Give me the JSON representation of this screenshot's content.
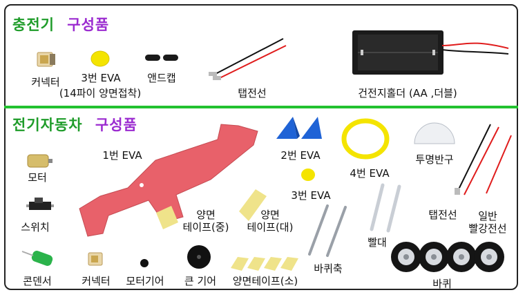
{
  "charger": {
    "heading_a": "충전기",
    "heading_b": "구성품",
    "labels": {
      "connector": "커넥터",
      "eva3": "3번 EVA",
      "eva3_note": "(14파이 양면접착)",
      "endcap": "앤드캡",
      "tap_wire": "탭전선",
      "battery_holder": "건전지홀더 (AA ,더블)"
    }
  },
  "car": {
    "heading_a": "전기자동차",
    "heading_b": "구성품",
    "labels": {
      "motor": "모터",
      "eva1": "1번 EVA",
      "eva2": "2번 EVA",
      "eva3": "3번 EVA",
      "eva4": "4번 EVA",
      "dome": "투명반구",
      "switch": "스위치",
      "tape_mid": "양면\n테이프(중)",
      "tape_large": "양면\n테이프(대)",
      "tap_wire": "탭전선",
      "red_wire": "일반\n빨강전선",
      "straw": "빨대",
      "axle": "바퀴축",
      "capacitor": "콘덴서",
      "connector": "커넥터",
      "motor_gear": "모터기어",
      "big_gear": "큰 기어",
      "tape_small": "양면테이프(소)",
      "wheel": "바퀴"
    }
  },
  "colors": {
    "heading_green": "#1f9c2a",
    "heading_purple": "#9b2bd0",
    "divider": "#22c22f",
    "eva_red": "#e8616a",
    "eva_yellow": "#f4e400",
    "eva_blue": "#1f63d6",
    "tape": "#efe38a"
  }
}
